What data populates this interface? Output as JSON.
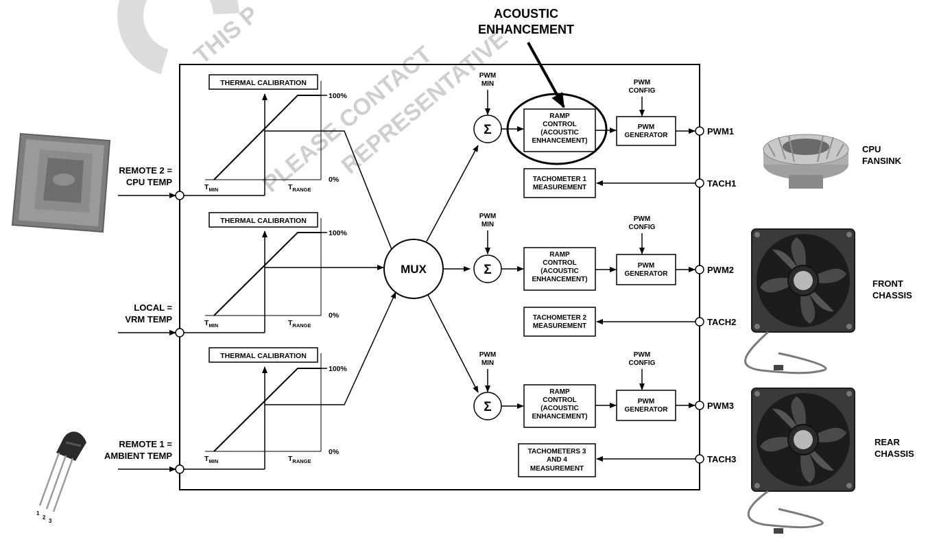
{
  "watermark": {
    "line1": "THIS P",
    "line2": "PLEASE CONTACT",
    "line3": "REPRESENTATIVE"
  },
  "title": {
    "line1": "ACOUSTIC",
    "line2": "ENHANCEMENT"
  },
  "inputs": [
    {
      "line1": "REMOTE 2 =",
      "line2": "CPU TEMP"
    },
    {
      "line1": "LOCAL =",
      "line2": "VRM TEMP"
    },
    {
      "line1": "REMOTE 1 =",
      "line2": "AMBIENT TEMP"
    }
  ],
  "calibration": {
    "title": "THERMAL CALIBRATION",
    "top": "100%",
    "bottom": "0%",
    "tmin": "T",
    "tmin_sub": "MIN",
    "trange": "T",
    "trange_sub": "RANGE"
  },
  "mux_label": "MUX",
  "sigma": "Σ",
  "pwm_min": {
    "line1": "PWM",
    "line2": "MIN"
  },
  "pwm_config": {
    "line1": "PWM",
    "line2": "CONFIG"
  },
  "ramp": {
    "line1": "RAMP",
    "line2": "CONTROL",
    "line3": "(ACOUSTIC",
    "line4": "ENHANCEMENT)"
  },
  "pwm_gen": {
    "line1": "PWM",
    "line2": "GENERATOR"
  },
  "tach_boxes": [
    {
      "line1": "TACHOMETER 1",
      "line2": "MEASUREMENT"
    },
    {
      "line1": "TACHOMETER 2",
      "line2": "MEASUREMENT"
    },
    {
      "line1": "TACHOMETERS 3",
      "line2": "AND 4",
      "line3": "MEASUREMENT"
    }
  ],
  "pins": {
    "pwm": [
      "PWM1",
      "PWM2",
      "PWM3"
    ],
    "tach": [
      "TACH1",
      "TACH2",
      "TACH3"
    ]
  },
  "fans": [
    {
      "line1": "CPU",
      "line2": "FANSINK"
    },
    {
      "line1": "FRONT",
      "line2": "CHASSIS"
    },
    {
      "line1": "REAR",
      "line2": "CHASSIS"
    }
  ],
  "transistor_pins": [
    "1",
    "2",
    "3"
  ],
  "colors": {
    "line": "#000000",
    "watermark": "#cfcfcf",
    "chip": "#8a8a8a",
    "heatsink": "#b5b5b5",
    "fan": "#2a2a2a"
  }
}
